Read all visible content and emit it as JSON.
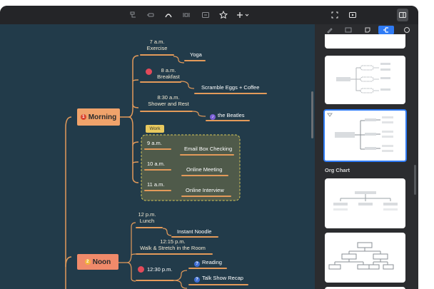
{
  "toolbar": {
    "icons": [
      "subtopic-icon",
      "topic-icon",
      "relationship-icon",
      "boundary-icon",
      "summary-icon",
      "star-icon",
      "insert-icon"
    ],
    "right_icons": [
      "fullscreen-icon",
      "present-icon",
      "sidebar-toggle-icon"
    ]
  },
  "mindmap": {
    "morning": {
      "label": "Morning",
      "number": "1",
      "items": [
        {
          "time_line1": "7 a.m.",
          "time_line2": "Exercise",
          "leaf": "Yoga"
        },
        {
          "time_line1": "8 a.m.",
          "time_line2": "Breakfast",
          "leaf": "Scramble Eggs + Coffee"
        },
        {
          "time_line1": "8:30 a.m.",
          "time_line2": "Shower and Rest",
          "leaf": "the Beatles"
        }
      ],
      "work": {
        "tag": "Work",
        "rows": [
          {
            "time": "9 a.m.",
            "leaf": "Email Box Checking"
          },
          {
            "time": "10 a.m.",
            "leaf": "Online Meeting"
          },
          {
            "time": "11 a.m.",
            "leaf": "Online Interview"
          }
        ]
      }
    },
    "noon": {
      "label": "Noon",
      "number": "2",
      "items": [
        {
          "time_line1": "12 p.m.",
          "time_line2": "Lunch",
          "leaf": "Instant Noodle"
        },
        {
          "time_line1": "12:15 p.m.",
          "time_line2": "Walk & Stretch in the Room"
        },
        {
          "time_line1": "12:30 p.m.",
          "leaves": [
            "Reading",
            "Talk Show Recap"
          ]
        }
      ]
    }
  },
  "panel": {
    "tabs": [
      "style-icon",
      "map-icon",
      "sticker-icon",
      "structure-icon",
      "theme-icon"
    ],
    "active_tab": "structure-icon",
    "section_title": "Org Chart",
    "colors": {
      "accent": "#2f7bf5",
      "selected_border": "#2f7bf5"
    }
  },
  "colors": {
    "canvas": "#223b4a",
    "central_fill": "#f0a36b",
    "line": "#e39a5a",
    "work_box": "#4f5a4a",
    "work_border": "#d8c85a",
    "work_tag": "#e8c95f"
  }
}
